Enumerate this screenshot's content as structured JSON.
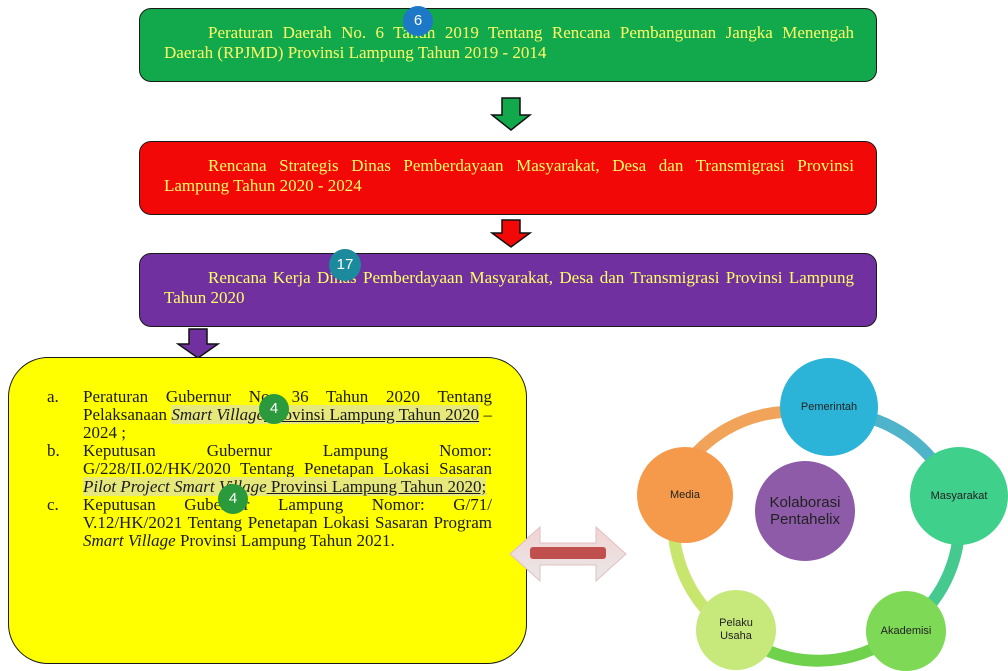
{
  "box1": {
    "text": "Peraturan Daerah No. 6 Tahun 2019 Tentang Rencana Pembangunan Jangka Menengah Daerah (RPJMD) Provinsi Lampung Tahun 2019 - 2014",
    "badge": "6",
    "color": "#12a84c"
  },
  "box2": {
    "text": "Rencana Strategis Dinas Pemberdayaan Masyarakat, Desa dan Transmigrasi Provinsi Lampung Tahun 2020 - 2024",
    "color": "#f30808"
  },
  "box3": {
    "text": "Rencana Kerja Dinas Pemberdayaan Masyarakat, Desa dan Transmigrasi Provinsi Lampung Tahun 2020",
    "badge": "17",
    "color": "#7030a0"
  },
  "list": {
    "items": [
      {
        "marker": "a.",
        "pre": "Peraturan Gubernur No. 36 Tahun 2020 Tentang Pelaksanaan ",
        "em": "Smart Village",
        "post": " Provinsi Lampung Tahun 2020",
        "tail": " – 2024 ;",
        "badge": "4"
      },
      {
        "marker": "b.",
        "pre": "Keputusan Gubernur Lampung Nomor: G/228/II.02/HK/2020 Tentang Penetapan Lokasi Sasaran ",
        "em": "Pilot Project Smart Village",
        "post": " Provinsi Lampung Tahun 2020;",
        "badge": "4"
      },
      {
        "marker": "c.",
        "pre": "Keputusan Gubernur Lampung Nomor: G/71/ V.12/HK/2021 Tentang Penetapan Lokasi Sasaran Program ",
        "em": "Smart Village",
        "post": " Provinsi Lampung Tahun 2021."
      }
    ],
    "color": "#ffff00"
  },
  "cycle": {
    "center": "Kolaborasi Pentahelix",
    "nodes": [
      {
        "label": "Pemerintah",
        "color": "#2cb4d8"
      },
      {
        "label": "Masyarakat",
        "color": "#3fd08c"
      },
      {
        "label": "Akademisi",
        "color": "#7ed957"
      },
      {
        "label": "Pelaku Usaha",
        "color": "#c7e87b"
      },
      {
        "label": "Media",
        "color": "#f59a4a"
      }
    ],
    "center_color": "#8e5ba8"
  }
}
